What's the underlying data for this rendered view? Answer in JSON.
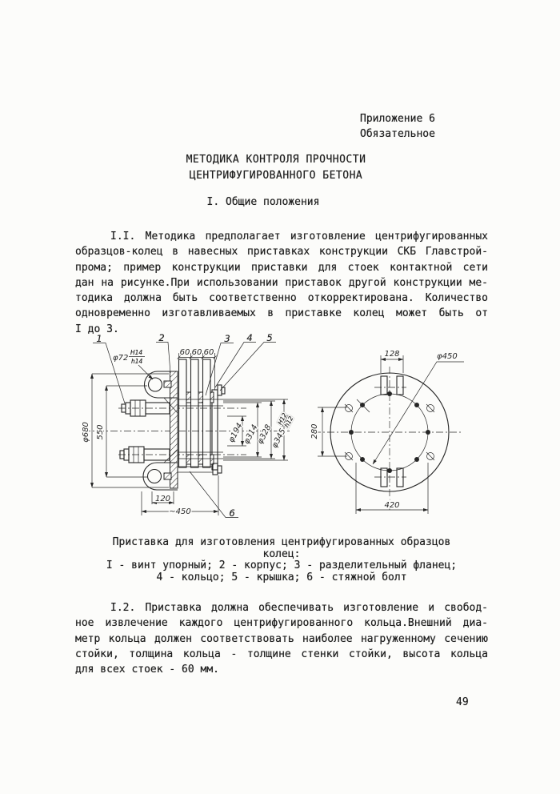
{
  "page": {
    "number": "49"
  },
  "header": {
    "appendix": "Приложение 6",
    "type": "Обязательное"
  },
  "title": {
    "line1": "МЕТОДИКА КОНТРОЛЯ ПРОЧНОСТИ",
    "line2": "ЦЕНТРИФУГИРОВАННОГО БЕТОНА"
  },
  "section1": {
    "heading": "I. Общие положения"
  },
  "para11": {
    "lines": [
      "I.I. Методика предполагает изготовление центрифугированных",
      "образцов-колец в навесных приставках конструкции СКБ Главстрой-",
      "прома; пример конструкции приставки для стоек контактной сети",
      "дан на рисунке.При использовании приставок другой конструкции ме-",
      "тодика должна быть соответственно откорректирована. Количество",
      "одновременно изготавливаемых в приставке колец может быть от",
      "I до 3."
    ]
  },
  "para12": {
    "lines": [
      "I.2. Приставка должна обеспечивать изготовление и свобод-",
      "ное извлечение каждого центрифугированного кольца.Внешний диа-",
      "метр кольца должен соответствовать наиболее нагруженному сечению",
      "стойки, толщина кольца - толщине стенки стойки, высота кольца",
      "для всех стоек - 60 мм."
    ]
  },
  "figure": {
    "caption": {
      "line1": "Приставка для изготовления центрифугированных образцов",
      "line2": "колец:",
      "line3": "I - винт упорный; 2 - корпус; 3 - разделительный фланец;",
      "line4": "4 - кольцо; 5 - крышка; 6 - стяжной болт"
    },
    "callouts": {
      "c1": "1",
      "c2": "2",
      "c3": "3",
      "c4": "4",
      "c5": "5",
      "c6": "6"
    },
    "left": {
      "bore": "φ72",
      "bore_fit_num": "H14",
      "bore_fit_den": "h14",
      "gaps": [
        "60",
        "60",
        "60"
      ],
      "flange_od": "φ680",
      "span": "550",
      "d1": "φ194",
      "d2": "φ314",
      "d3": "φ328",
      "d4": "φ345",
      "d4_fit_num": "H12",
      "d4_fit_den": "h12",
      "base": "120",
      "overall": "~450"
    },
    "right": {
      "slot_span": "128",
      "od": "φ450",
      "row_span": "280",
      "bolt_span": "420"
    }
  }
}
